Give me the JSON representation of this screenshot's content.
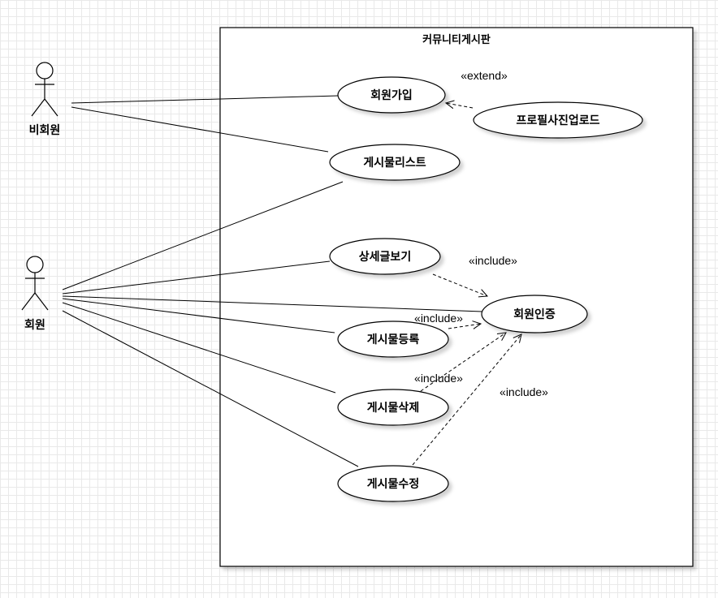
{
  "system": {
    "title": "커뮤니티게시판"
  },
  "actors": {
    "guest": {
      "label": "비회원"
    },
    "member": {
      "label": "회원"
    }
  },
  "use_cases": {
    "signup": "회원가입",
    "profile_upload": "프로필사진업로드",
    "post_list": "게시물리스트",
    "post_detail": "상세글보기",
    "auth": "회원인증",
    "post_create": "게시물등록",
    "post_delete": "게시물삭제",
    "post_edit": "게시물수정"
  },
  "relationships": {
    "extend": "«extend»",
    "include_detail": "«include»",
    "include_create": "«include»",
    "include_delete": "«include»",
    "include_edit": "«include»"
  }
}
